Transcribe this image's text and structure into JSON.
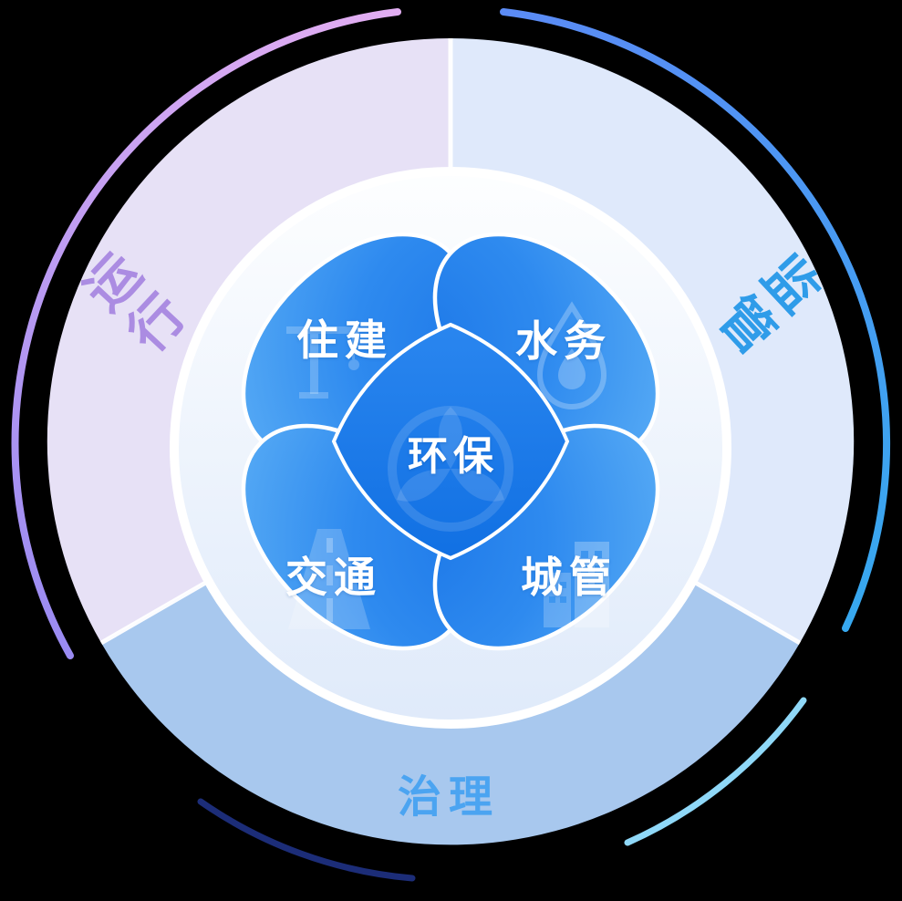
{
  "diagram": {
    "sectors": [
      {
        "id": "operation",
        "label": "运行",
        "position": "upper-left",
        "color": "#e7e1f6",
        "label_color": "#ab8ce2"
      },
      {
        "id": "supervision",
        "label": "监管",
        "position": "upper-right",
        "color": "#dfe9fb",
        "label_color": "#2f9ce9"
      },
      {
        "id": "governance",
        "label": "治理",
        "position": "bottom",
        "color": "#a8c8ee",
        "label_color": "#4ba4f1"
      }
    ],
    "petals": [
      {
        "id": "housing",
        "label": "住建",
        "position": "top-left",
        "icon": "crane-icon"
      },
      {
        "id": "water",
        "label": "水务",
        "position": "top-right",
        "icon": "droplet-icon"
      },
      {
        "id": "traffic",
        "label": "交通",
        "position": "bottom-left",
        "icon": "road-icon"
      },
      {
        "id": "urban-management",
        "label": "城管",
        "position": "bottom-right",
        "icon": "buildings-icon"
      }
    ],
    "center": {
      "id": "environment",
      "label": "环保",
      "icon": "eco-leaf-icon"
    },
    "colors": {
      "background": "#000000",
      "petal_light": "#60b2f6",
      "petal_mid": "#3a92ee",
      "petal_deep": "#1d78e8",
      "center_overlap_top": "#2a86ef",
      "center_overlap_bottom": "#1170e3",
      "inner_circle_top": "#fdfeff",
      "inner_circle_bottom": "#dfeafa",
      "arc_purple_start": "#e2aef2",
      "arc_purple_end": "#9a8bf2",
      "arc_blue_start": "#5b8bf5",
      "arc_blue_end": "#37a8ef",
      "arc_cyan": "#8fd8f8",
      "arc_navy": "#1c2d78",
      "divider_white": "#ffffff"
    }
  }
}
